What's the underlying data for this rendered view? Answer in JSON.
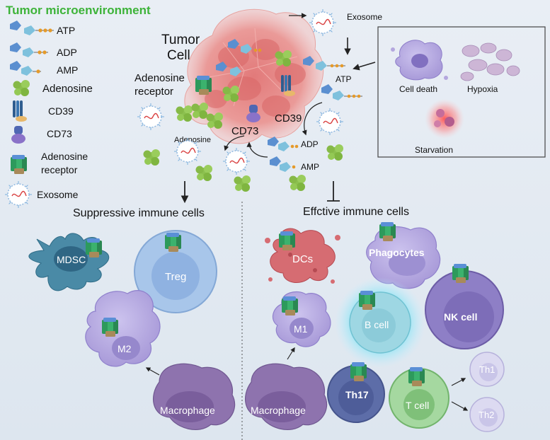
{
  "legend": {
    "title": "Tumor microenvironment",
    "items": [
      "ATP",
      "ADP",
      "AMP",
      "Adenosine",
      "CD39",
      "CD73",
      "Adenosine",
      "receptor",
      "Exosome"
    ]
  },
  "tumor": {
    "title_line1": "Tumor",
    "title_line2": "Cell",
    "receptor_line1": "Adenosine",
    "receptor_line2": "receptor"
  },
  "pathway": {
    "exosome": "Exosome",
    "atp": "ATP",
    "cd39": "CD39",
    "cd73": "CD73",
    "adp": "ADP",
    "amp": "AMP",
    "adenosine": "Adenosine"
  },
  "stress_box": {
    "cell_death": "Cell death",
    "hypoxia": "Hypoxia",
    "starvation": "Starvation"
  },
  "suppressive": {
    "heading": "Suppressive immune cells",
    "mdsc": "MDSC",
    "treg": "Treg",
    "m2": "M2",
    "macrophage": "Macrophage"
  },
  "effective": {
    "heading": "Effctive immune cells",
    "dcs": "DCs",
    "phagocytes": "Phagocytes",
    "nk": "NK cell",
    "m1": "M1",
    "bcell": "B cell",
    "macrophage": "Macrophage",
    "th17": "Th17",
    "tcell": "T cell",
    "th1": "Th1",
    "th2": "Th2"
  },
  "colors": {
    "title_green": "#3db339",
    "adenosine_green": "#8cc04f",
    "tumor_red": "#e98585",
    "purple": "#b4a7de",
    "blue_cell": "#9fc1e7",
    "orange_phosphate": "#e59a2a"
  }
}
